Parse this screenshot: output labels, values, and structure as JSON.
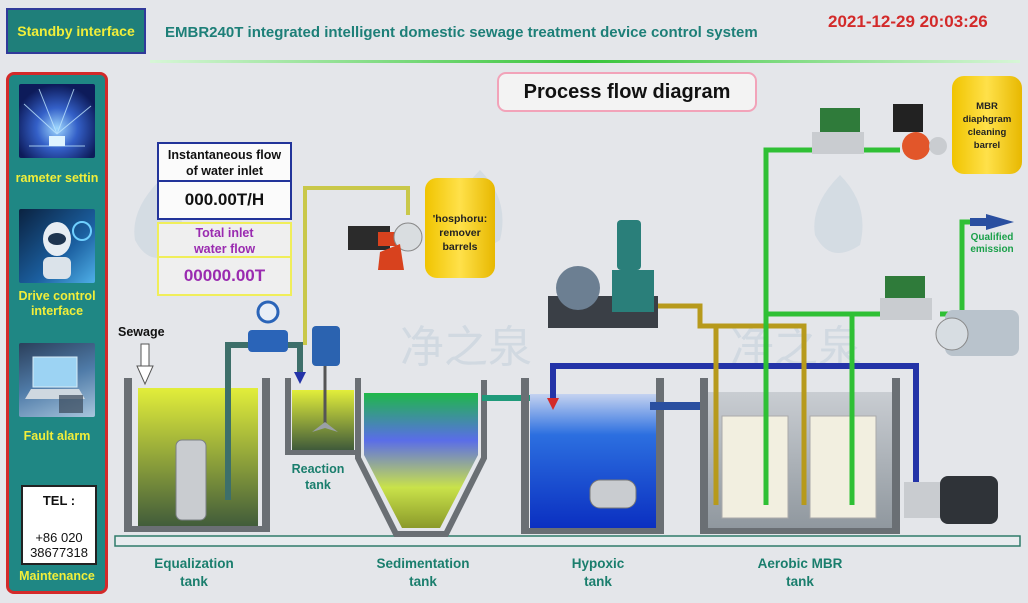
{
  "header": {
    "standby_label": "Standby interface",
    "system_title": "EMBR240T integrated intelligent domestic sewage treatment device control system",
    "datetime": "2021-12-29 20:03:26"
  },
  "sidebar": {
    "items": [
      {
        "label": "rameter settin"
      },
      {
        "label_line1": "Drive control",
        "label_line2": "interface"
      },
      {
        "label": "Fault alarm"
      }
    ],
    "tel_title": "TEL :",
    "tel_line1": "+86 020",
    "tel_line2": "38677318",
    "maintenance_label": "Maintenance"
  },
  "process": {
    "title": "Process flow diagram",
    "inst_flow_title_line1": "Instantaneous flow",
    "inst_flow_title_line2": "of water inlet",
    "inst_flow_value": "000.00T/H",
    "total_flow_title_line1": "Total inlet",
    "total_flow_title_line2": "water flow",
    "total_flow_value": "00000.00T",
    "sewage_label": "Sewage",
    "reaction_label_line1": "Reaction",
    "reaction_label_line2": "tank",
    "phosphorus_barrel_line1": "'hosphoru:",
    "phosphorus_barrel_line2": "remover",
    "phosphorus_barrel_line3": "barrels",
    "mbr_barrel_line1": "MBR",
    "mbr_barrel_line2": "diaphgram",
    "mbr_barrel_line3": "cleaning",
    "mbr_barrel_line4": "barrel",
    "qualified_line1": "Qualified",
    "qualified_line2": "emission",
    "tanks": [
      {
        "line1": "Equalization",
        "line2": "tank"
      },
      {
        "line1": "Sedimentation",
        "line2": "tank"
      },
      {
        "line1": "Hypoxic",
        "line2": "tank"
      },
      {
        "line1": "Aerobic MBR",
        "line2": "tank"
      }
    ],
    "watermark": "净之泉"
  },
  "colors": {
    "teal": "#1f8784",
    "accent_yellow": "#f1ee3a",
    "alarm_red": "#d32a2a",
    "pipe_green": "#2fc035",
    "pipe_blue": "#2333a8",
    "pipe_olive": "#b79a1c"
  }
}
